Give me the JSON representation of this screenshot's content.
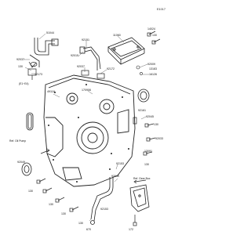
{
  "figure_code": "E1017",
  "part_numbers": {
    "p51044": "51044",
    "p92037": "92037",
    "p130": "130",
    "p92173": "92173",
    "p92151": "92151",
    "p92015": "92015",
    "p92037b": "92037",
    "p92172": "92172",
    "p11060": "11060",
    "p14024": "14024",
    "p130b": "130",
    "p92009": "92009",
    "p16126": "16126",
    "p13183": "13183",
    "p49118": "49118",
    "p170906": "170906",
    "p92161": "92161",
    "p92045": "92045",
    "p130c": "130",
    "p92033": "92033",
    "p92049": "92049",
    "p130d": "130",
    "p13091": "13091",
    "p130e": "130",
    "p92153": "92153",
    "p92049b": "92049",
    "p130f": "130",
    "p130g": "130",
    "p130h": "130",
    "p92153b": "92153",
    "p670": "670",
    "p172": "172"
  },
  "labels": {
    "variant": "(E1~E4)",
    "ref_oil_pump": "Ref. Oil Pump",
    "ref_gear_box": "Ref. Gear Box"
  }
}
